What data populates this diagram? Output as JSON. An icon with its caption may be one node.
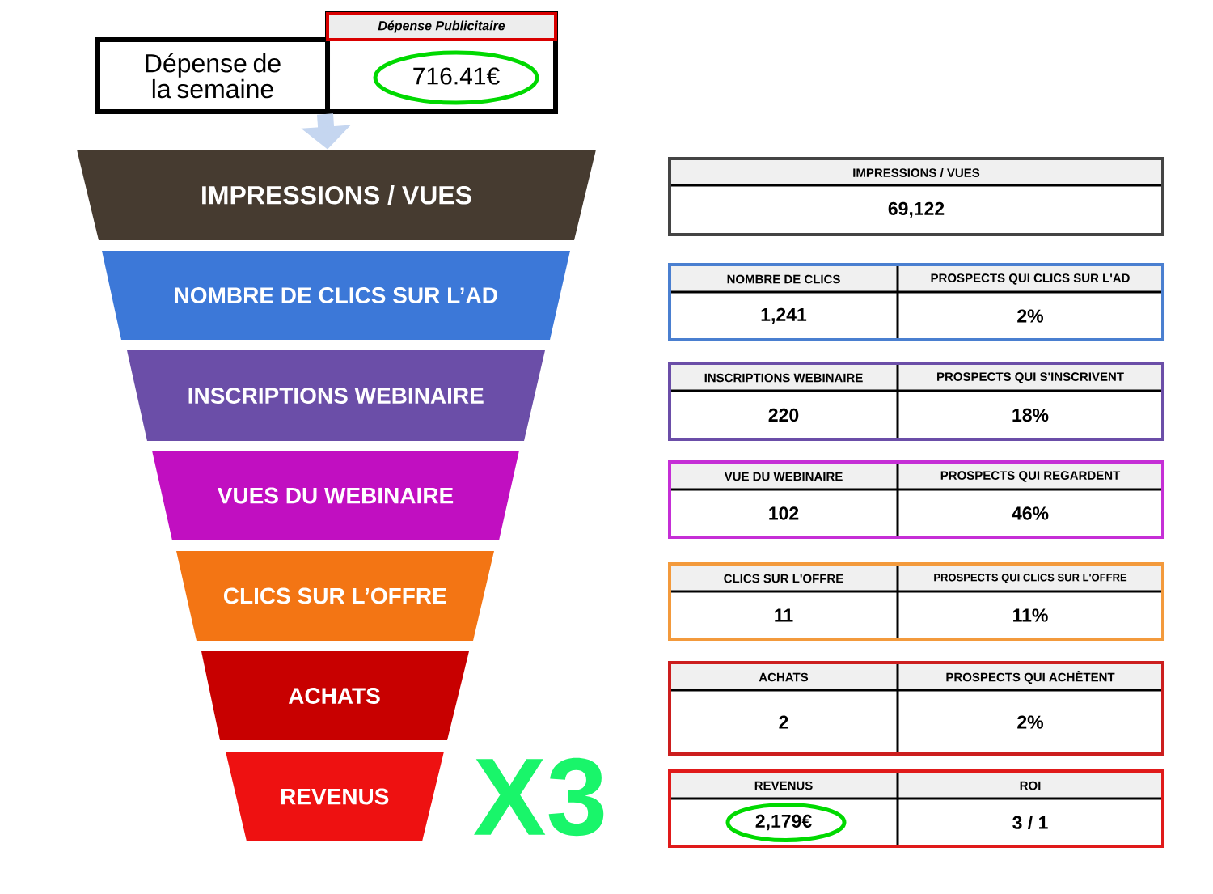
{
  "diagram": {
    "nodes": [
      {
        "text": [
          "Dépense de la semaine"
        ]
      },
      {
        "text": [
          "Dépense Publicitaire",
          "716.41€"
        ]
      },
      {
        "text": [
          "IMPRESSIONS / VUES"
        ]
      },
      {
        "text": [
          "NOMBRE DE CLICS SUR L’AD"
        ]
      },
      {
        "text": [
          "INSCRIPTIONS WEBINAIRE"
        ]
      },
      {
        "text": [
          "VUES DU WEBINAIRE"
        ]
      },
      {
        "text": [
          "CLICS SUR L’OFFRE"
        ]
      },
      {
        "text": [
          "ACHATS"
        ]
      },
      {
        "text": [
          "REVENUS"
        ]
      },
      {
        "text": [
          "IMPRESSIONS / VUES",
          "69,122"
        ]
      },
      {
        "text": [
          "NOMBRE DE CLICS",
          "PROSPECTS QUI CLICS SUR L'AD",
          "1,241",
          "2%"
        ]
      },
      {
        "text": [
          "INSCRIPTIONS WEBINAIRE",
          "PROSPECTS QUI S'INSCRIVENT",
          "220",
          "18%"
        ]
      },
      {
        "text": [
          "VUE DU WEBINAIRE",
          "PROSPECTS QUI REGARDENT",
          "102",
          "46%"
        ]
      },
      {
        "text": [
          "CLICS SUR L'OFFRE",
          "PROSPECTS QUI CLICS SUR L'OFFRE",
          "11",
          "11%"
        ]
      },
      {
        "text": [
          "ACHATS",
          "PROSPECTS QUI ACHÈTENT",
          "2",
          "2%"
        ]
      },
      {
        "text": [
          "REVENUS",
          "ROI",
          "2,179€",
          "3  / 1"
        ]
      }
    ],
    "edges": [
      {
        "from": 1,
        "to": 2,
        "arrow": "to"
      }
    ],
    "labels": [
      "X3"
    ]
  }
}
